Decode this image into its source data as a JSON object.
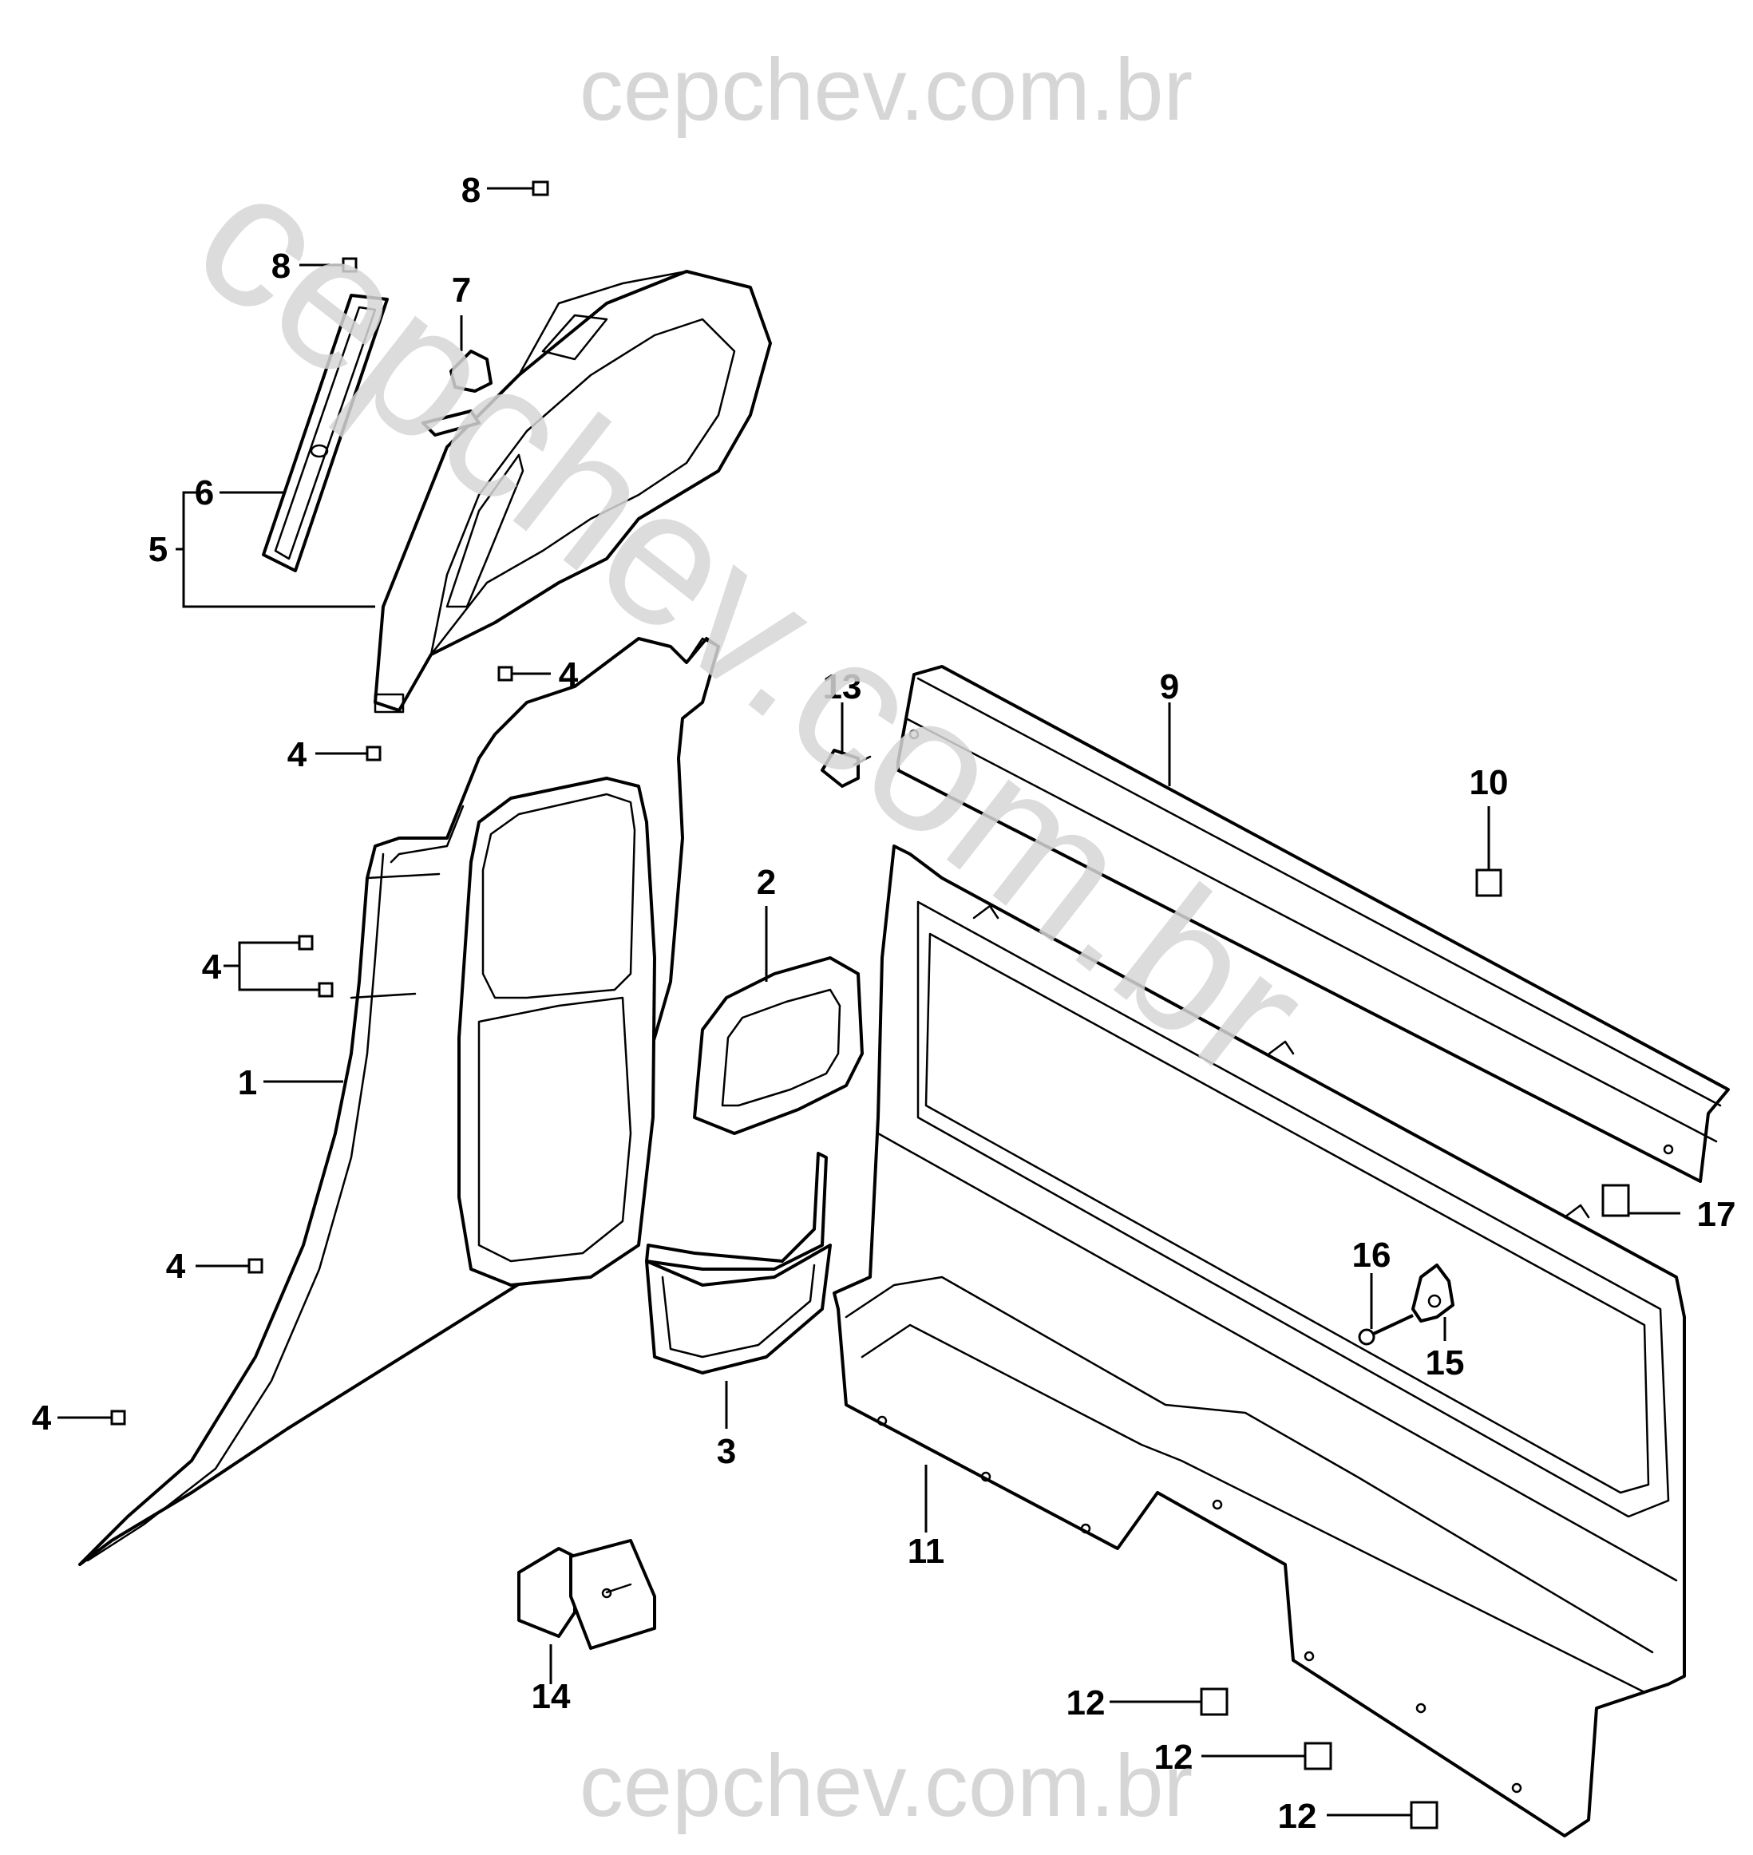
{
  "watermark": {
    "top_text": "cepchev.com.br",
    "bottom_text": "cepchev.com.br",
    "diagonal_text": "cepchev.com.br"
  },
  "callouts": {
    "c1": "1",
    "c2": "2",
    "c3": "3",
    "c4a": "4",
    "c4b": "4",
    "c4c": "4",
    "c4d": "4",
    "c4e": "4",
    "c5": "5",
    "c6": "6",
    "c7": "7",
    "c8a": "8",
    "c8b": "8",
    "c9": "9",
    "c10": "10",
    "c11": "11",
    "c12a": "12",
    "c12b": "12",
    "c12c": "12",
    "c13": "13",
    "c14": "14",
    "c15": "15",
    "c16": "16",
    "c17": "17"
  },
  "colors": {
    "line": "#000000",
    "watermark": "#d6d6d6",
    "background": "#ffffff"
  }
}
